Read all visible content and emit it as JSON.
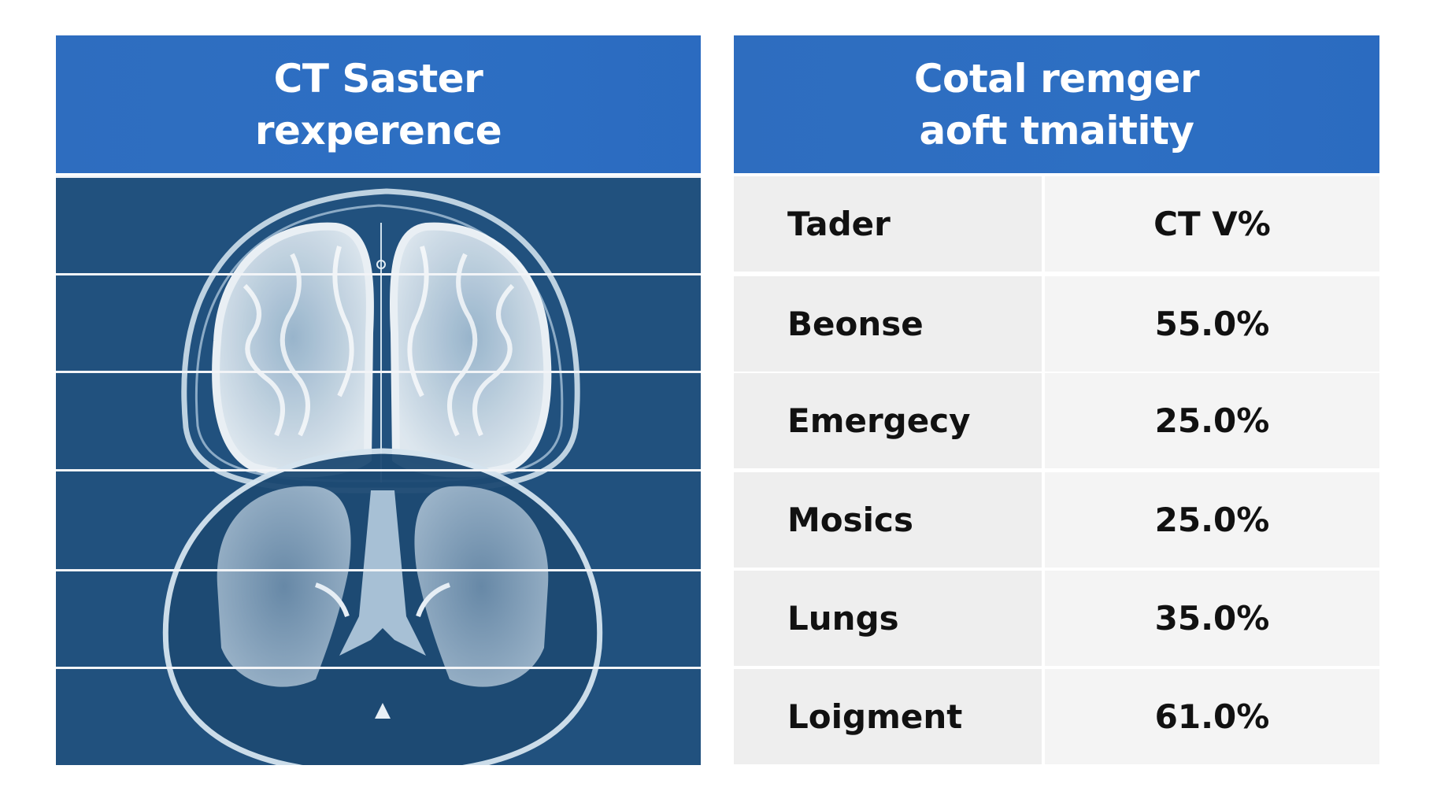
{
  "left_panel": {
    "title_line1": "CT Saster",
    "title_line2": "rexperence",
    "image": "ct-scan-axial-head-and-abdomen",
    "colors": {
      "header": "#2d6ec0",
      "body": "#21517e",
      "lines": "#f2f4f7"
    }
  },
  "right_panel": {
    "title_line1": "Cotal remger",
    "title_line2": "aoft tmaitity",
    "table": {
      "header": {
        "label": "Tader",
        "value": "CT V%"
      },
      "rows": [
        {
          "label": "Beonse",
          "value": "55.0%"
        },
        {
          "label": "Emergecy",
          "value": "25.0%"
        },
        {
          "label": "Mosics",
          "value": "25.0%"
        },
        {
          "label": "Lungs",
          "value": "35.0%"
        },
        {
          "label": "Loigment",
          "value": "61.0%"
        }
      ]
    },
    "colors": {
      "header": "#2d6ec0",
      "cell_label_bg": "#eeeeee",
      "cell_value_bg": "#f4f4f4"
    }
  }
}
